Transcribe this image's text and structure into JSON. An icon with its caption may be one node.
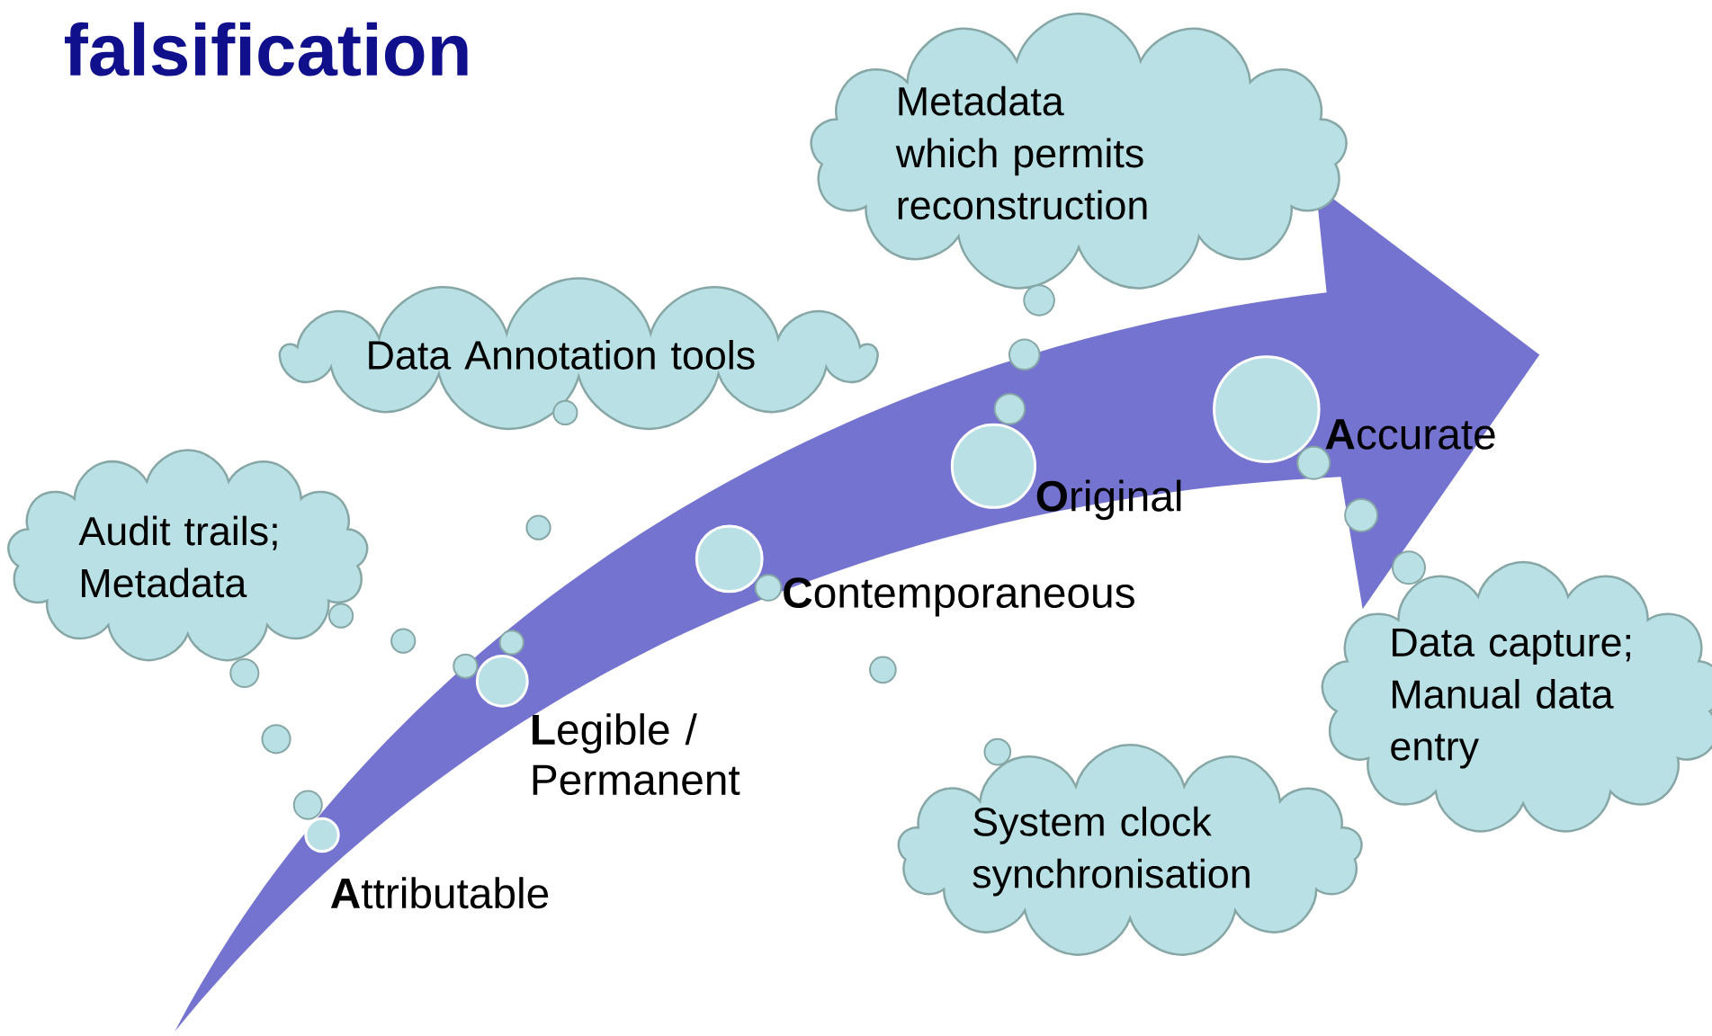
{
  "diagram": {
    "title": "falsification",
    "nodes": [
      {
        "text": [
          "Audit trails; Metadata"
        ]
      },
      {
        "text": [
          "Data Annotation tools"
        ]
      },
      {
        "text": [
          "Metadata which permits reconstruction"
        ]
      },
      {
        "text": [
          "System clock synchronisation"
        ]
      },
      {
        "text": [
          "Data capture; Manual data entry"
        ]
      },
      {
        "text": [],
        "shape": "circle",
        "beside": [
          "**A**ttributable"
        ]
      },
      {
        "text": [],
        "shape": "circle",
        "beside": [
          "**L**egible / Permanent"
        ]
      },
      {
        "text": [],
        "shape": "circle",
        "beside": [
          "**C**ontemporaneous"
        ]
      },
      {
        "text": [],
        "shape": "circle",
        "beside": [
          "**O**riginal"
        ]
      },
      {
        "text": [],
        "shape": "circle",
        "beside": [
          "**A**ccurate"
        ]
      }
    ],
    "edges": [
      {
        "from": 0,
        "to": 5,
        "arrow": "none"
      },
      {
        "from": 0,
        "to": 6,
        "arrow": "none"
      },
      {
        "from": 1,
        "to": 6,
        "arrow": "none"
      },
      {
        "from": 2,
        "to": 8,
        "arrow": "none"
      },
      {
        "from": 3,
        "to": 7,
        "arrow": "none"
      },
      {
        "from": 4,
        "to": 9,
        "arrow": "none"
      }
    ]
  }
}
